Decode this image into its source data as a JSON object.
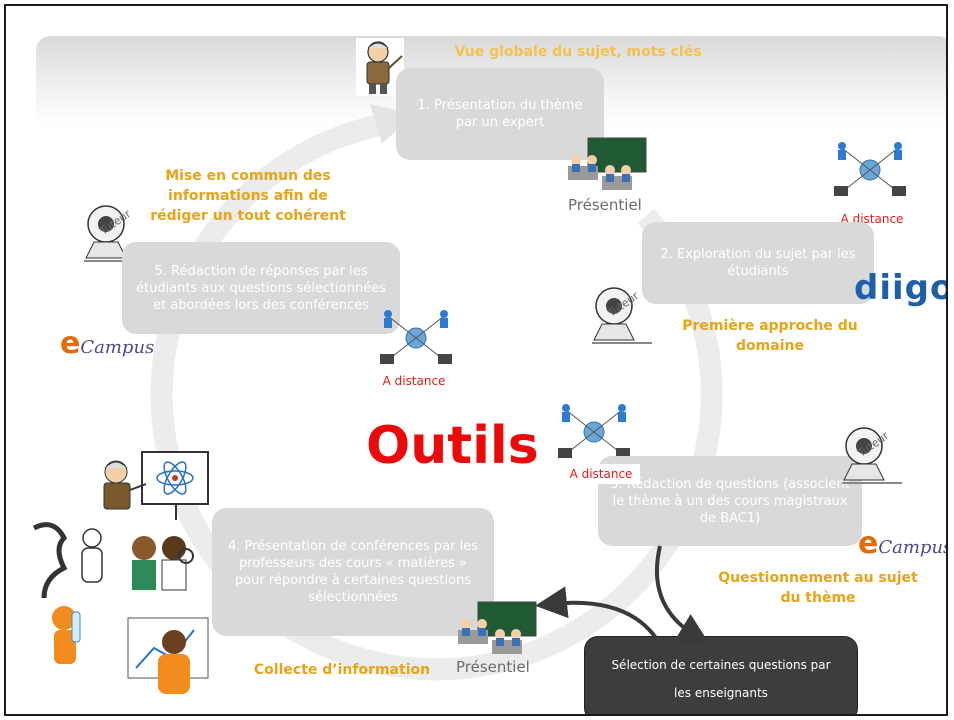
{
  "banner_title": "Vue globale du sujet, mots clés",
  "center_title": "Outils",
  "steps": [
    "1. Présentation du thème par un expert",
    "2. Exploration du sujet par les étudiants",
    "3. Rédaction de questions (associent le thème à un des cours magistraux de BAC1)",
    "4. Présentation de conférences par les professeurs des cours « matières » pour répondre à certaines questions sélectionnées",
    "5. Rédaction de réponses par les étudiants aux questions sélectionnées et abordées lors des conférences"
  ],
  "phases": {
    "mise_en_commun": "Mise en commun des informations afin de rédiger un tout cohérent",
    "premiere_approche": "Première approche du domaine",
    "questionnement": "Questionnement au sujet du thème",
    "collecte": "Collecte d’information"
  },
  "modes": {
    "presentiel": "Présentiel",
    "a_distance": "A distance"
  },
  "selection_box": "Sélection de certaines questions par les enseignants",
  "tools": {
    "diigo": "diigo",
    "ecampus_e": "e",
    "ecampus_rest": "Campus",
    "tuteur": "Tuteur"
  },
  "colors": {
    "phase_orange": "#e8a317",
    "mode_red": "#e31b1b",
    "outils_red": "#ea0a0a",
    "step_box_gray": "#d9d9d9",
    "dark_box": "#3d3d3d",
    "diigo_blue": "#1d5fa8",
    "ecampus_orange": "#e36c0a"
  }
}
